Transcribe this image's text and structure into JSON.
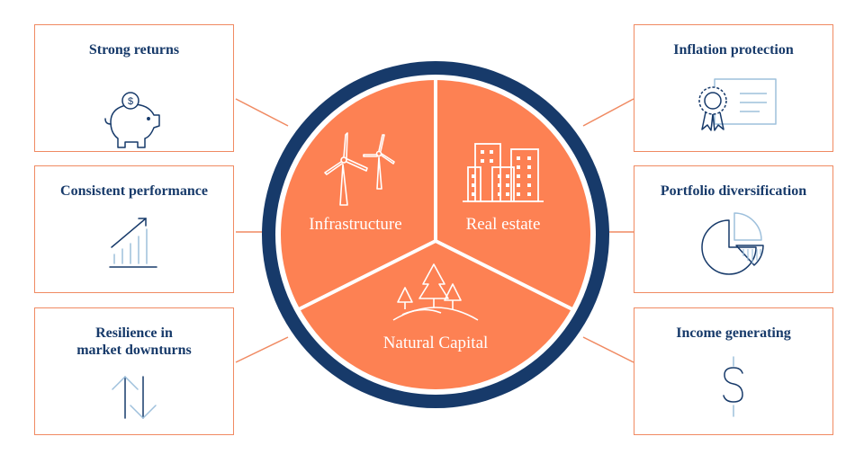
{
  "left_cards": [
    {
      "title_lines": [
        "Strong returns"
      ],
      "icon": "piggy-bank-icon"
    },
    {
      "title_lines": [
        "Consistent performance"
      ],
      "icon": "growth-chart-icon"
    },
    {
      "title_lines": [
        "Resilience in",
        "market downturns"
      ],
      "icon": "up-down-arrows-icon"
    }
  ],
  "right_cards": [
    {
      "title_lines": [
        "Inflation protection"
      ],
      "icon": "certificate-icon"
    },
    {
      "title_lines": [
        "Portfolio diversification"
      ],
      "icon": "pie-chart-icon"
    },
    {
      "title_lines": [
        "Income generating"
      ],
      "icon": "dollar-sign-icon"
    }
  ],
  "segments": {
    "infrastructure": {
      "label": "Infrastructure",
      "icon": "wind-turbines-icon"
    },
    "real_estate": {
      "label": "Real estate",
      "icon": "buildings-icon"
    },
    "natural_capital": {
      "label": "Natural Capital",
      "icon": "trees-icon"
    }
  },
  "colors": {
    "navy": "#173a6a",
    "orange": "#fd8153",
    "connector": "#f08a62",
    "icon_stroke": "#173a6a",
    "icon_light": "#9ec0dc"
  }
}
